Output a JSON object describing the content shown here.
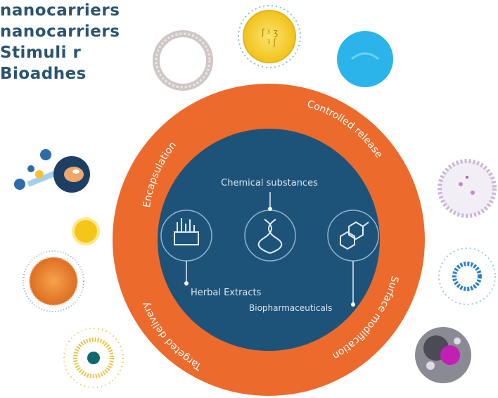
{
  "left_labels": [
    "nanocarriers",
    "nanocarriers"
  ],
  "right_labels": [
    "Stimuli r",
    "Bioadhes"
  ],
  "ring_labels": {
    "encapsulation": "Encapsulation",
    "controlled_release": "Controlled release",
    "surface_modification": "Surface modification",
    "targeted_delivery": "Targeted delivery"
  },
  "core_labels": {
    "chemical_substances": "Chemical substances",
    "herbal_extracts": "Herbal Extracts",
    "biopharmaceuticals": "Biopharmaceuticals"
  },
  "colors": {
    "ring": "#ec6a2c",
    "core": "#1e5379",
    "label_text": "#2a5470",
    "core_text": "#d8e4ee"
  },
  "icons": [
    "herbal-extract-icon",
    "dna-helix-icon",
    "molecule-icon"
  ]
}
